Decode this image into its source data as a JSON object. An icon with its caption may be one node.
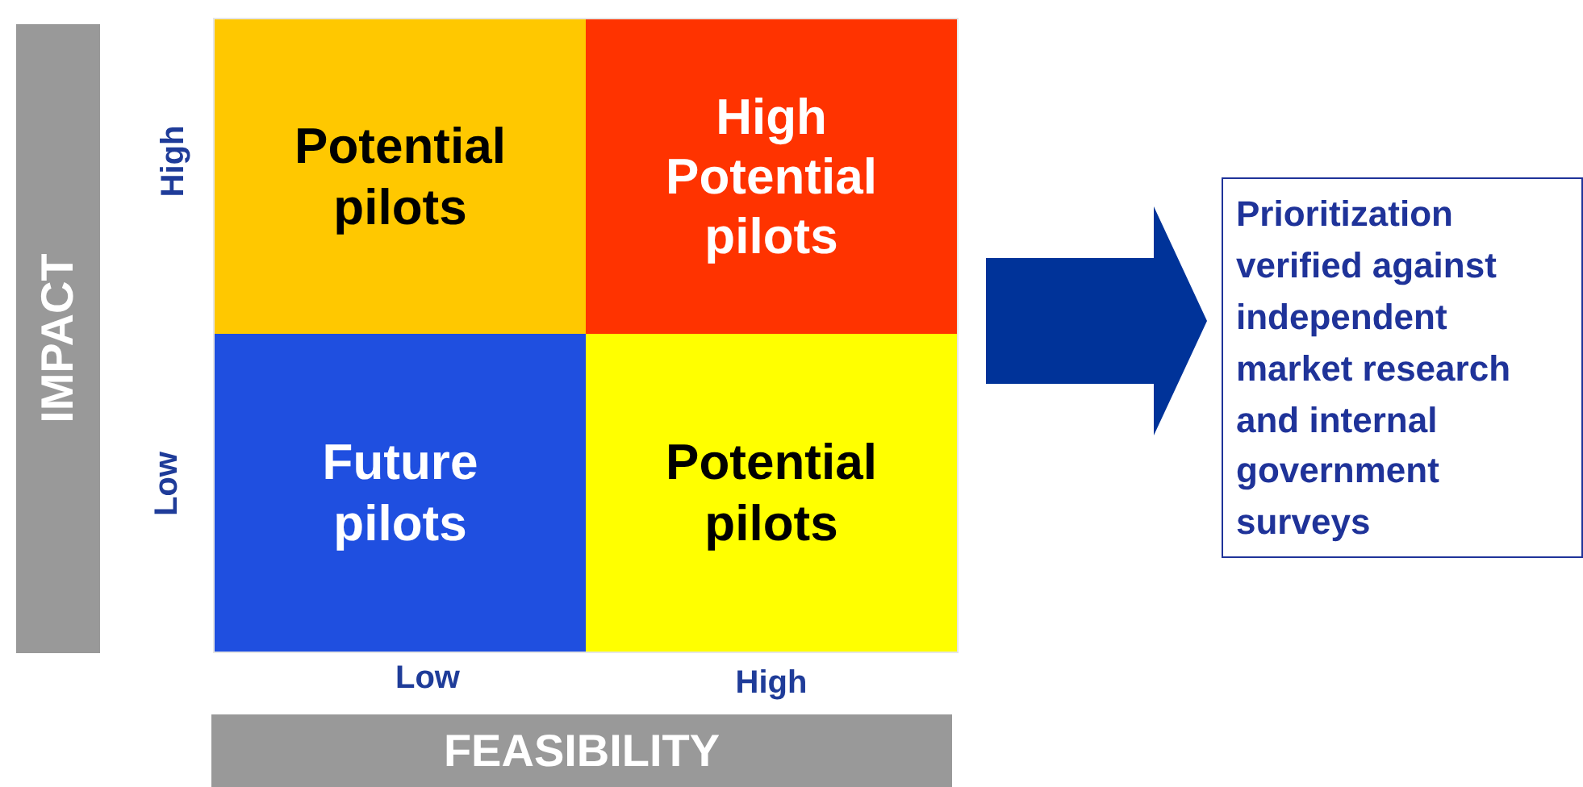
{
  "diagram": {
    "nodes": [
      {
        "text": [
          "IMPACT"
        ]
      },
      {
        "text": [],
        "shape": "box"
      },
      {
        "text": [
          "Potential pilots"
        ],
        "in": 1
      },
      {
        "text": [
          "High Potential pilots"
        ],
        "in": 1
      },
      {
        "text": [
          "Future pilots"
        ],
        "in": 1
      },
      {
        "text": [
          "Potential pilots"
        ],
        "in": 1
      },
      {
        "text": [
          "Prioritization verified against independent market research and internal government surveys"
        ]
      },
      {
        "text": [
          "FEASIBILITY"
        ]
      }
    ],
    "edges": [
      {
        "from": 1,
        "to": 6,
        "arrow": "to",
        "style": "thick",
        "color": "#003399"
      }
    ],
    "labels": [
      "High",
      "Low",
      "Low",
      "High"
    ]
  }
}
